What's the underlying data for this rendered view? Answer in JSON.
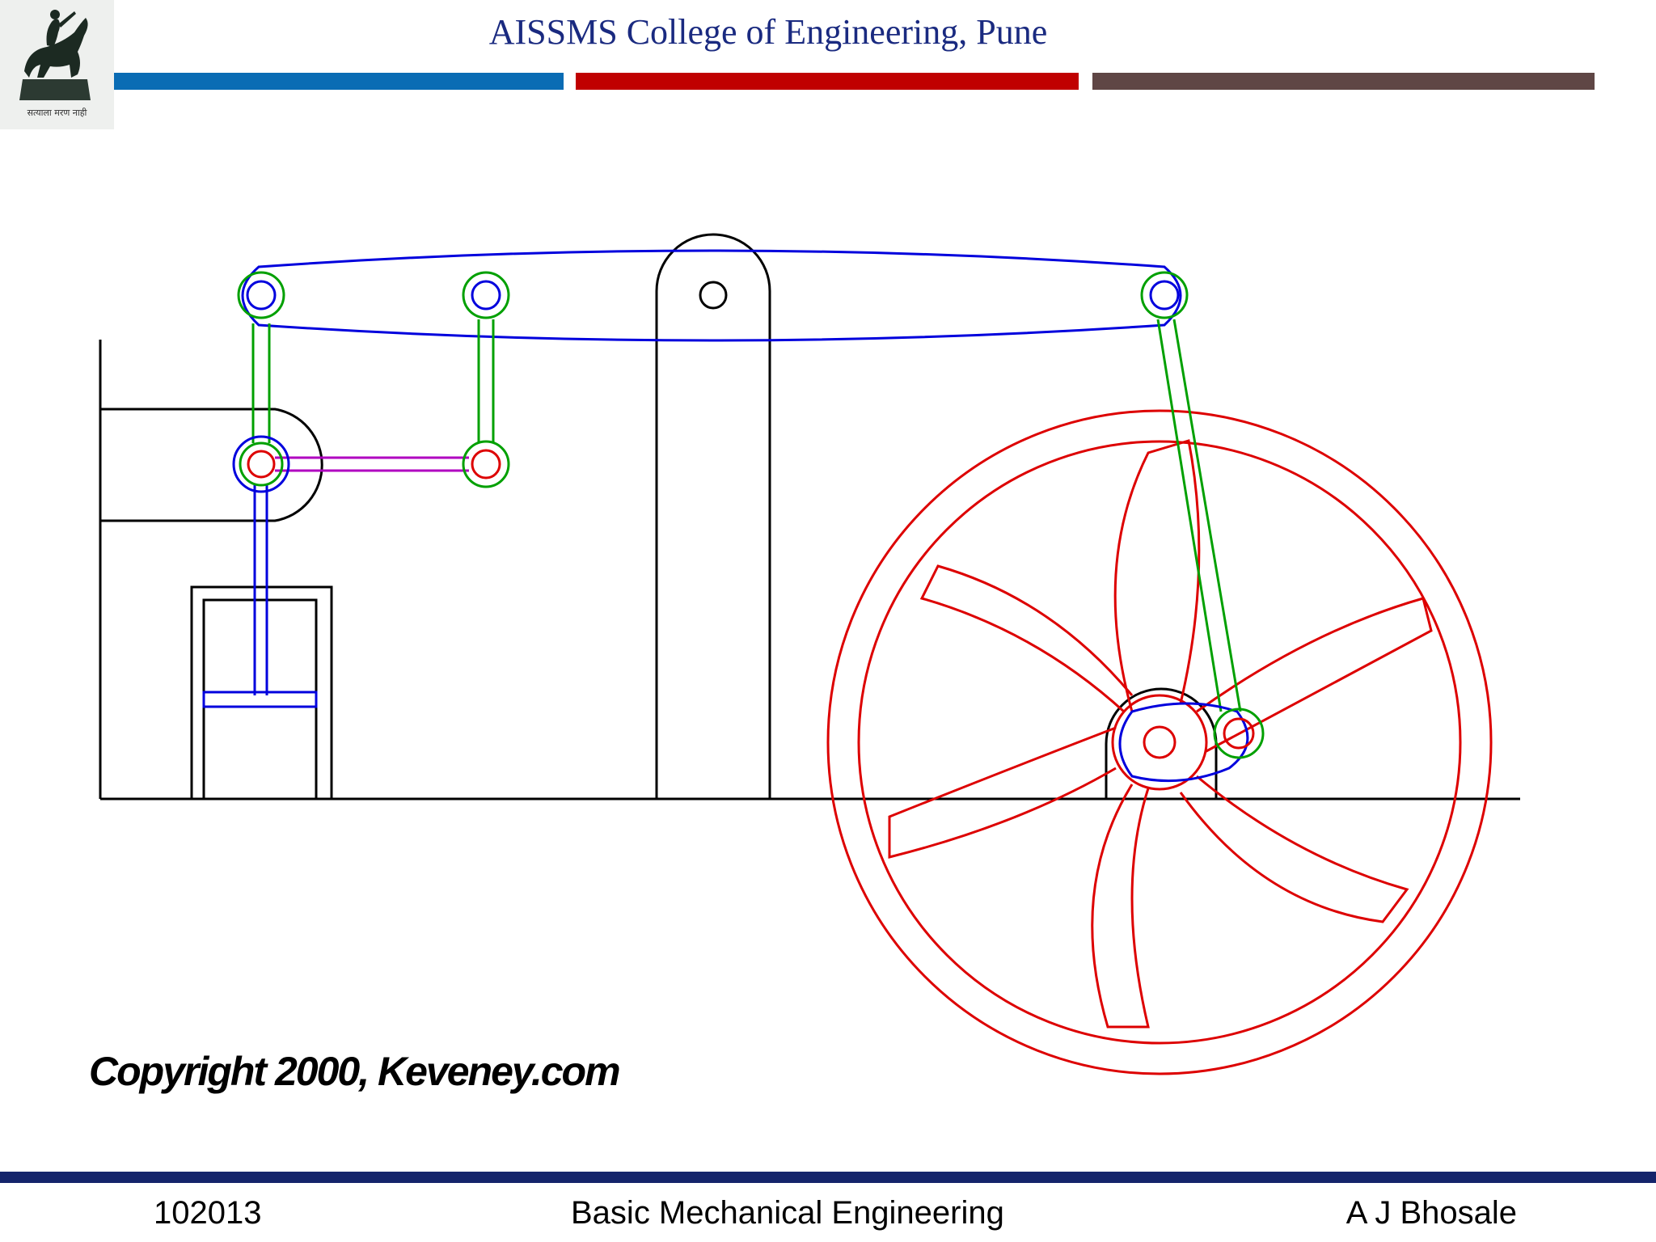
{
  "header": {
    "college_title": "AISSMS College of Engineering, Pune",
    "logo_caption": "सत्याला मरण नाही",
    "bar_colors": [
      "#0a6cb4",
      "#c00000",
      "#5f4645"
    ]
  },
  "diagram": {
    "copyright": "Copyright 2000, Keveney.com",
    "colors": {
      "beam": "#0000dd",
      "links": "#00a000",
      "flywheel": "#dd0000",
      "parallel_link": "#b000c0",
      "frame": "#000000"
    }
  },
  "footer": {
    "course_code": "102013",
    "course_name": "Basic Mechanical Engineering",
    "author": "A J Bhosale",
    "rule_color": "#14246b"
  }
}
